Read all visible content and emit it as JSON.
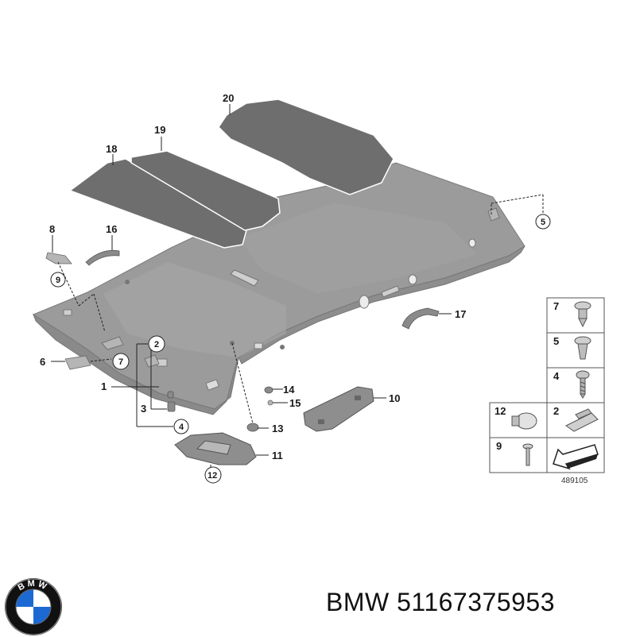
{
  "callouts": [
    "20",
    "19",
    "18",
    "8",
    "16",
    "9",
    "6",
    "7",
    "2",
    "1",
    "3",
    "4",
    "14",
    "15",
    "13",
    "10",
    "11",
    "12",
    "17",
    "5"
  ],
  "legend": {
    "rows": [
      {
        "left": "7",
        "right": ""
      },
      {
        "left": "5",
        "right": ""
      },
      {
        "left": "4",
        "right": ""
      },
      {
        "left": "12",
        "right": "2"
      },
      {
        "left": "9",
        "right": ""
      }
    ],
    "ref_code": "489105"
  },
  "brand": {
    "name": "BMW",
    "part_number": "51167375953",
    "logo_letters": "BMW"
  },
  "colors": {
    "mat": "#6e6e6e",
    "liner": "#9b9b9b",
    "logo_blue": "#1c69d4",
    "logo_ring": "#111111"
  }
}
